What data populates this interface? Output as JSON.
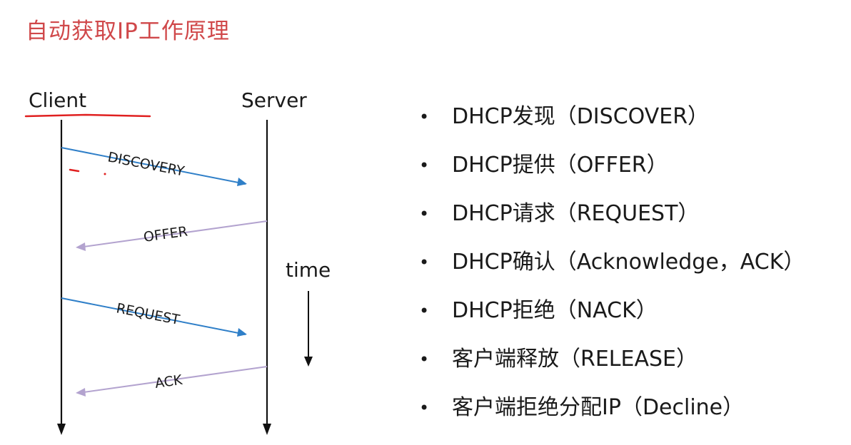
{
  "title": "自动获取IP工作原理",
  "diagram": {
    "client_label": "Client",
    "server_label": "Server",
    "time_label": "time",
    "messages": [
      {
        "label": "DISCOVERY",
        "direction": "client-to-server",
        "color": "#2f7fc8"
      },
      {
        "label": "OFFER",
        "direction": "server-to-client",
        "color": "#b3a3cf"
      },
      {
        "label": "REQUEST",
        "direction": "client-to-server",
        "color": "#2f7fc8"
      },
      {
        "label": "ACK",
        "direction": "server-to-client",
        "color": "#b3a3cf"
      }
    ],
    "annotation_color": "#e02020"
  },
  "steps": [
    {
      "label": "DHCP发现（DISCOVER）"
    },
    {
      "label": "DHCP提供（OFFER）"
    },
    {
      "label": "DHCP请求（REQUEST）"
    },
    {
      "label": "DHCP确认（Acknowledge，ACK）"
    },
    {
      "label": "DHCP拒绝（NACK）"
    },
    {
      "label": "客户端释放（RELEASE）"
    },
    {
      "label": "客户端拒绝分配IP（Decline）"
    }
  ],
  "bullet": "•"
}
